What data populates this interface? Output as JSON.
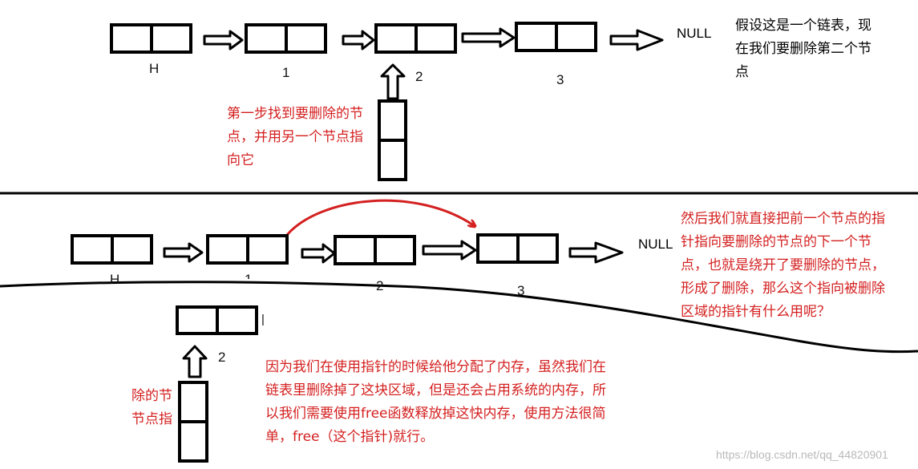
{
  "diagram1": {
    "nodes": [
      "H",
      "1",
      "2",
      "3"
    ],
    "null_label": "NULL",
    "note_right": [
      "假设这是一个链表，现",
      "在我们要删除第二个节",
      "点"
    ],
    "note_step": [
      "第一步找到要删除的节",
      "点，并用另一个节点指",
      "向它"
    ]
  },
  "diagram2": {
    "nodes": [
      "H",
      "1",
      "2",
      "3"
    ],
    "null_label": "NULL",
    "extra_node_label": "2",
    "partial_marker": "|",
    "note_right": [
      "然后我们就直接把前一个节点的指",
      "针指向要删除的节点的下一个节",
      "点，也就是绕开了要删除的节点，",
      "形成了删除，那么这个指向被删除",
      "区域的指针有什么用呢？"
    ],
    "note_bottom": [
      "因为我们在使用指针的时候给他分配了内存，虽然我们在",
      "链表里删除掉了这块区域，但是还会占用系统的内存，所",
      "以我们需要使用free函数释放掉这快内存，使用方法很简",
      "单，free（这个指针)就行。"
    ],
    "note_left": [
      "除的节",
      "节点指"
    ]
  },
  "watermark": "https://blog.csdn.net/qq_44820901",
  "colors": {
    "ink": "#000000",
    "accent_red": "#d42020",
    "watermark": "#b9b9b9"
  }
}
